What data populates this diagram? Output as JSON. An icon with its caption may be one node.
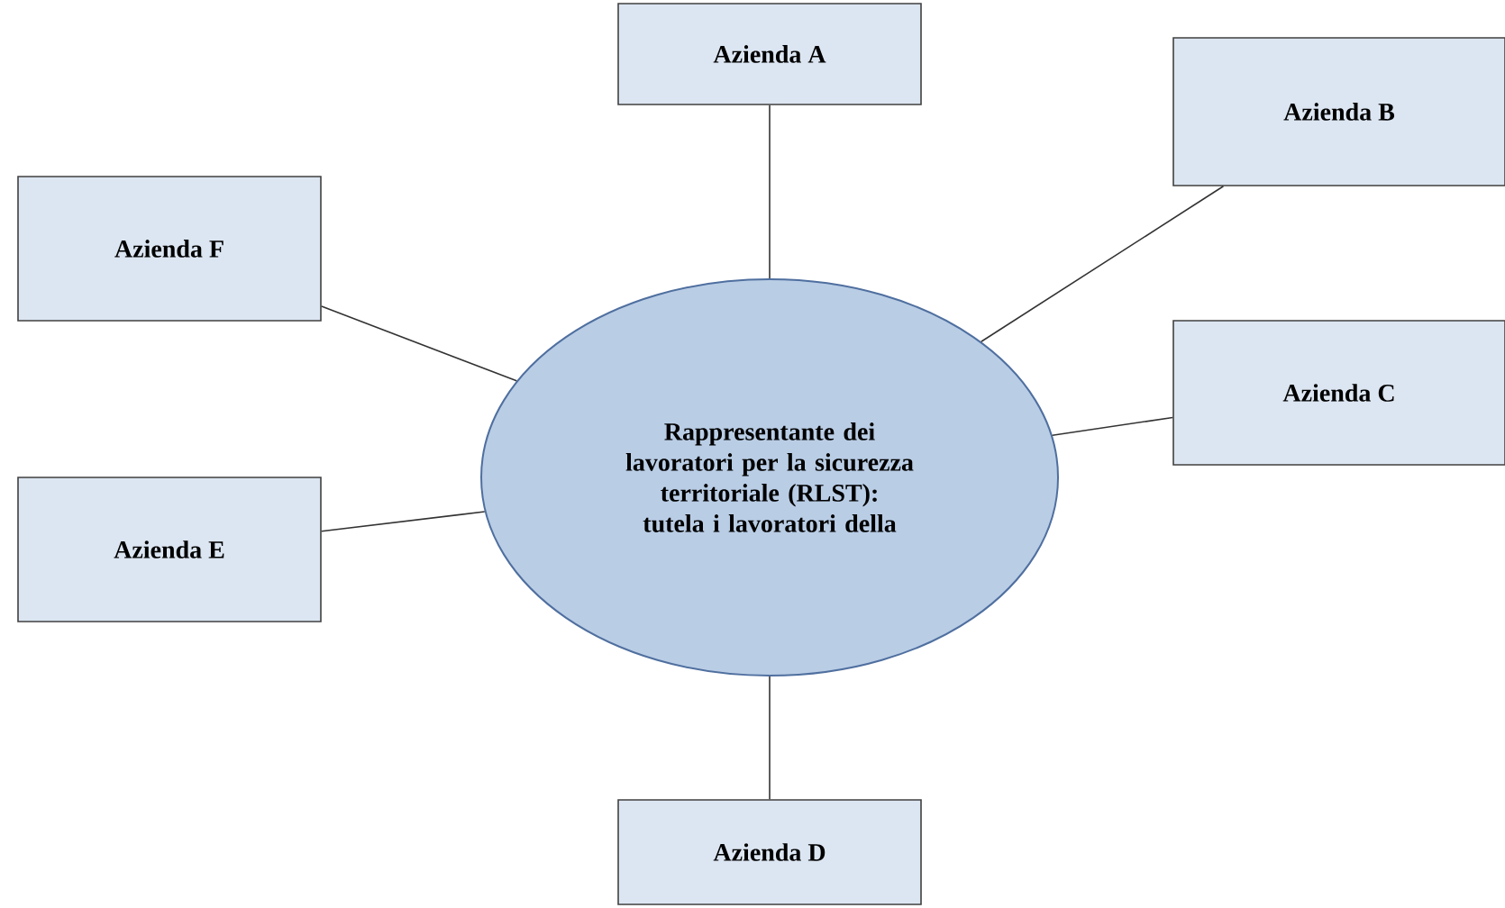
{
  "diagram": {
    "nodes": [
      {
        "text": [
          "Azienda A"
        ]
      },
      {
        "text": [
          "Azienda B"
        ]
      },
      {
        "text": [
          "Azienda F"
        ]
      },
      {
        "text": [
          "Rappresentante dei lavoratori per la sicurezza territoriale (RLST): tutela i lavoratori della"
        ]
      },
      {
        "text": [
          "Azienda C"
        ]
      },
      {
        "text": [
          "Azienda E"
        ]
      },
      {
        "text": [
          "Azienda D"
        ]
      }
    ],
    "edges": [
      {
        "from": 3,
        "to": 0,
        "arrow": "none"
      },
      {
        "from": 3,
        "to": 1,
        "arrow": "none"
      },
      {
        "from": 3,
        "to": 2,
        "arrow": "none"
      },
      {
        "from": 3,
        "to": 4,
        "arrow": "none"
      },
      {
        "from": 3,
        "to": 5,
        "arrow": "none"
      },
      {
        "from": 3,
        "to": 6,
        "arrow": "none"
      }
    ]
  }
}
